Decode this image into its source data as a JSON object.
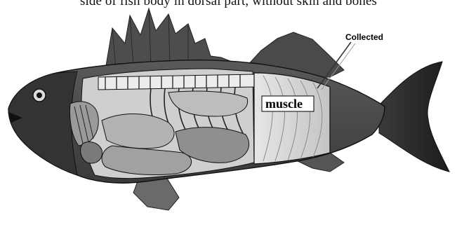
{
  "caption": "side of fish body in dorsal part, without skin and bones",
  "labels": {
    "collected": "Collected",
    "muscle": "muscle"
  },
  "colors": {
    "fin": "#555555",
    "body_dark": "#2c2c2c",
    "muscle_block": "#d6d6d6",
    "organ_light": "#a9a9a9",
    "organ_mid": "#8c8c8c"
  }
}
